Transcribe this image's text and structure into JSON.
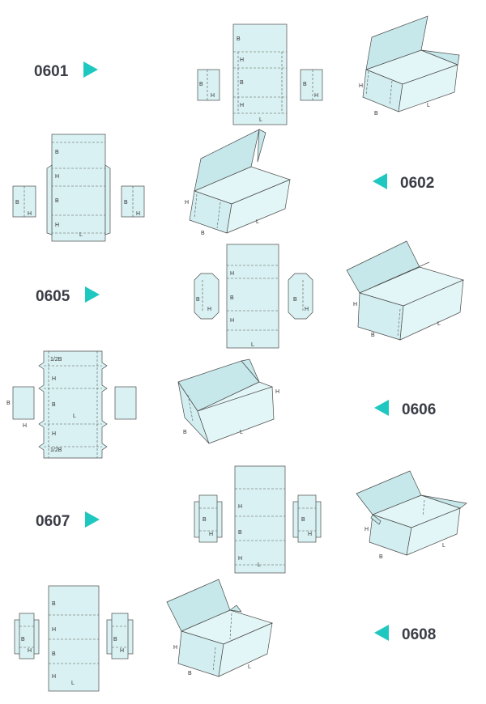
{
  "colors": {
    "accent": "#1ec8c0",
    "code_text": "#3a3d46",
    "panel_fill": "#d9f1f2"
  },
  "styles": [
    {
      "code": "0601",
      "arrow": "right-arrow-icon"
    },
    {
      "code": "0602",
      "arrow": "left-arrow-icon"
    },
    {
      "code": "0605",
      "arrow": "right-arrow-icon"
    },
    {
      "code": "0606",
      "arrow": "left-arrow-icon"
    },
    {
      "code": "0607",
      "arrow": "right-arrow-icon"
    },
    {
      "code": "0608",
      "arrow": "left-arrow-icon"
    }
  ],
  "labels": {
    "B": "B",
    "H": "H",
    "L": "L",
    "half_B": "1/2B"
  }
}
